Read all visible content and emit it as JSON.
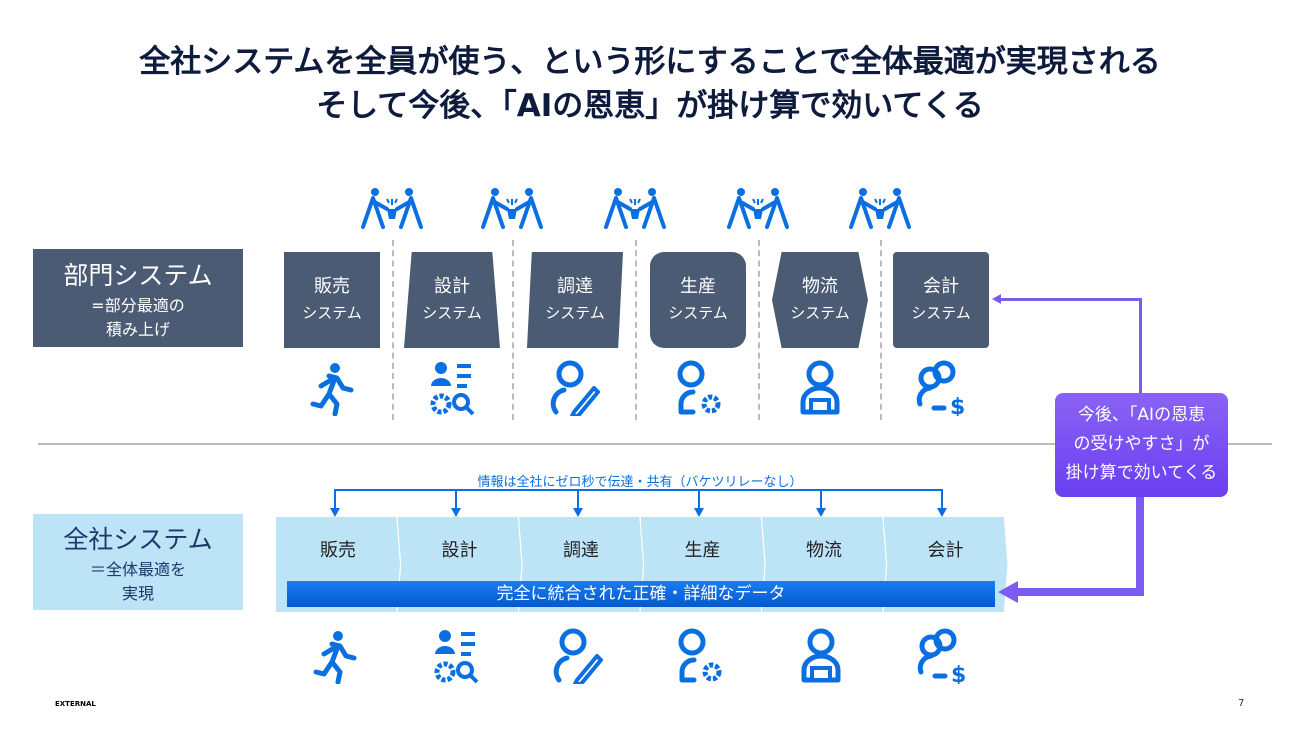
{
  "title": {
    "line1": "全社システムを全員が使う、という形にすることで全体最適が実現される",
    "line2": "そして今後、「AIの恩恵」が掛け算で効いてくる"
  },
  "dept": {
    "title": "部門システム",
    "sub1": "=部分最適の",
    "sub2": "積み上げ"
  },
  "systems": [
    {
      "name": "販売",
      "suffix": "システム",
      "icon": "running-person"
    },
    {
      "name": "設計",
      "suffix": "システム",
      "icon": "person-gear-search"
    },
    {
      "name": "調達",
      "suffix": "システム",
      "icon": "person-pencil"
    },
    {
      "name": "生産",
      "suffix": "システム",
      "icon": "person-gear"
    },
    {
      "name": "物流",
      "suffix": "システム",
      "icon": "person-laptop"
    },
    {
      "name": "会計",
      "suffix": "システム",
      "icon": "people-dollar"
    }
  ],
  "company": {
    "title": "全社システム",
    "sub1": "＝全体最適を",
    "sub2": "実現"
  },
  "info_label": "情報は全社にゼロ秒で伝達・共有（バケツリレーなし）",
  "data_bar": "完全に統合された正確・詳細なデータ",
  "ai_box": {
    "line1": "今後、「AIの恩恵",
    "line2": "の受けやすさ」が",
    "line3": "掛け算で効いてくる"
  },
  "footer": {
    "label": "EXTERNAL",
    "page": "7"
  },
  "colors": {
    "dark": "#4a5b73",
    "light": "#bde3f7",
    "blue": "#0a6fe0",
    "purple": "#7b5cf0"
  }
}
